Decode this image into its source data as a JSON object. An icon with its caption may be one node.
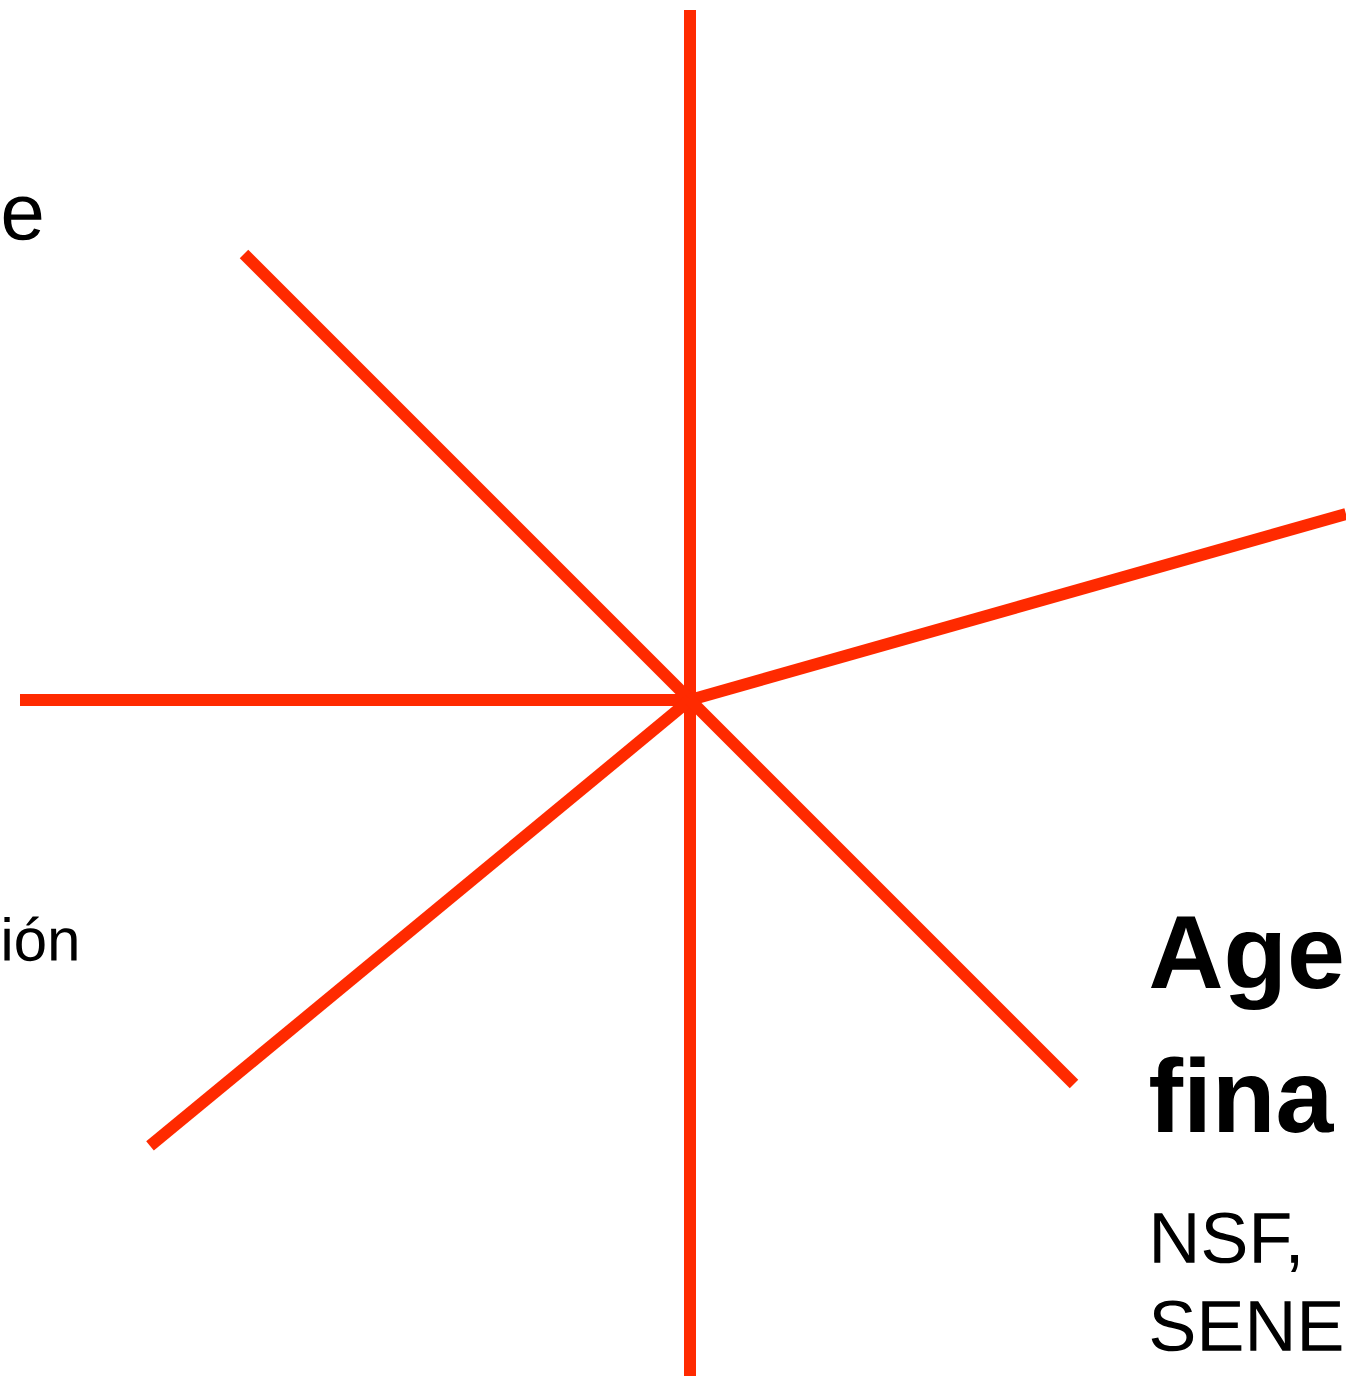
{
  "diagram": {
    "labels": [
      "e",
      "ión",
      "**Age fina**",
      "NSF, SENE"
    ]
  }
}
